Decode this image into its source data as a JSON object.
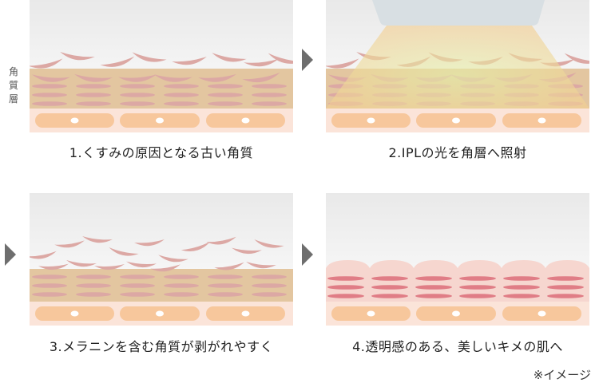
{
  "layer_label": "角質層",
  "panels": [
    {
      "caption": "1.くすみの原因となる古い角質",
      "state": "old"
    },
    {
      "caption": "2.IPLの光を角層へ照射",
      "state": "ipl"
    },
    {
      "caption": "3.メラニンを含む角質が剥がれやすく",
      "state": "peel"
    },
    {
      "caption": "4.透明感のある、美しいキメの肌へ",
      "state": "clear"
    }
  ],
  "note": "※イメージ",
  "colors": {
    "stratum": "#e3c6a0",
    "flake": "#dca8a4",
    "base": "#fbe4d9",
    "cell": "#f7c79c",
    "healthy_bg": "#f6d6cf",
    "healthy_flake": "#e07d86",
    "arrow": "#6e6e6e"
  }
}
